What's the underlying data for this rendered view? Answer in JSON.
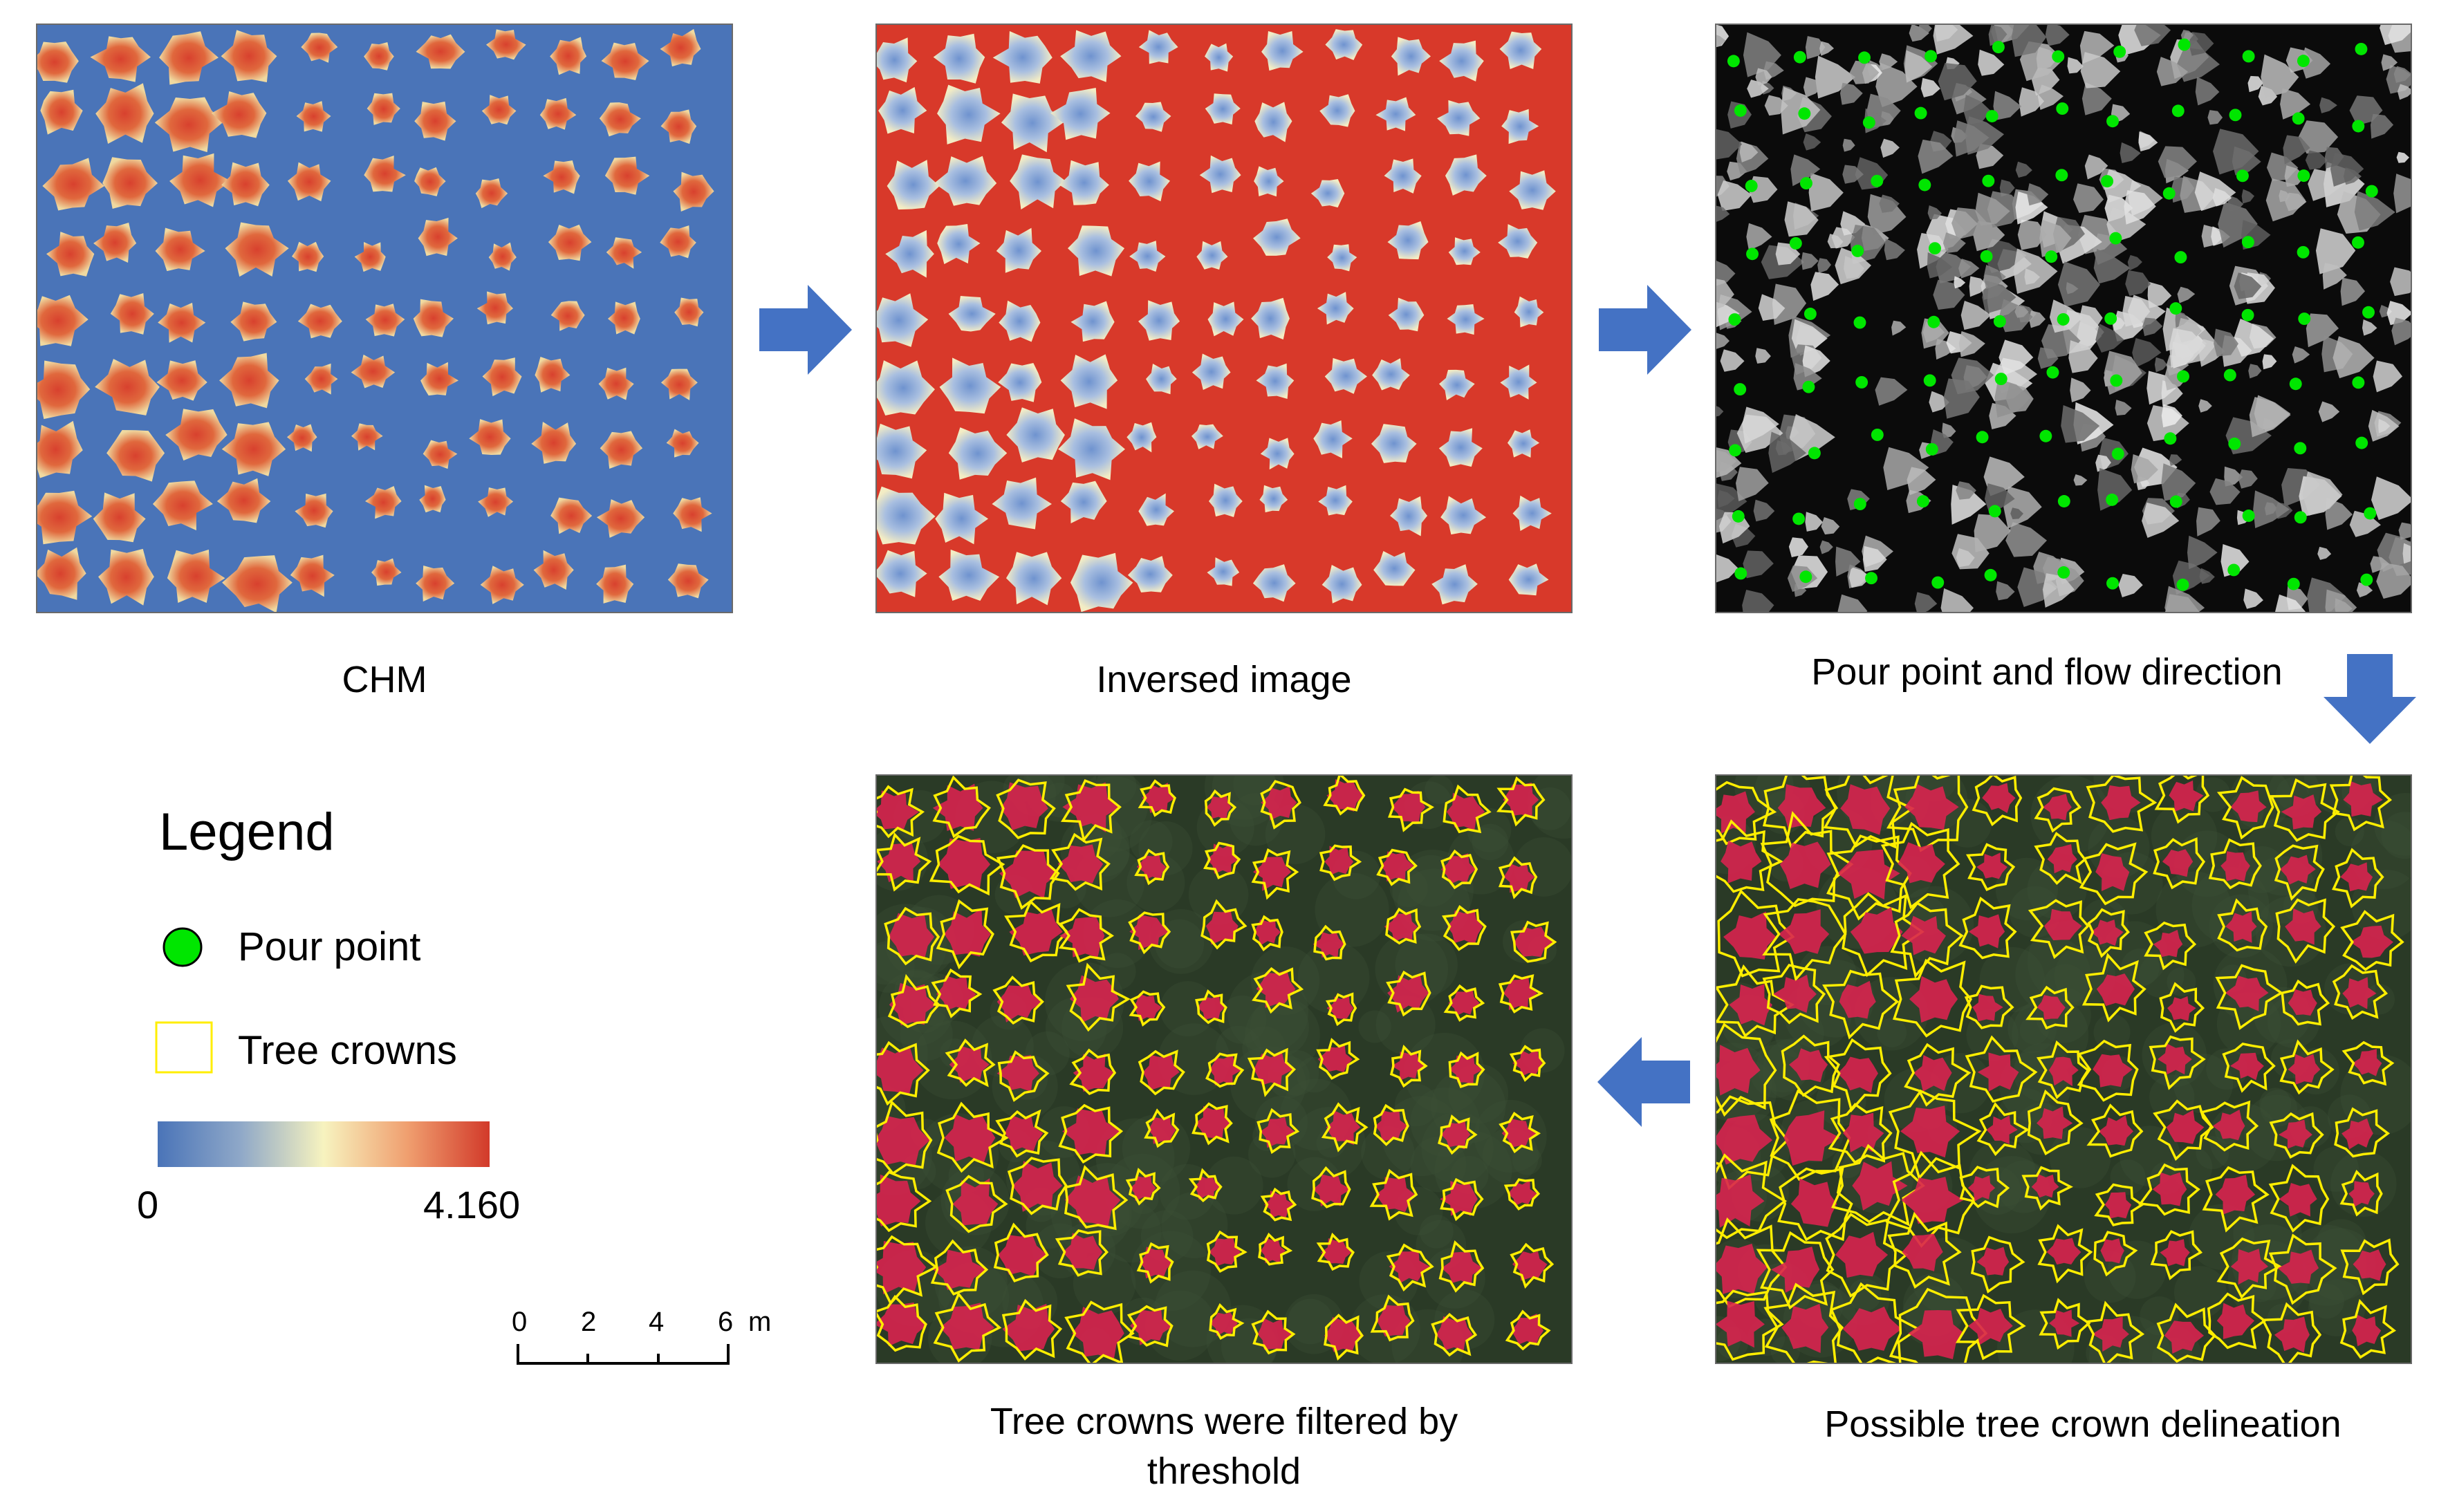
{
  "captions": {
    "chm": "CHM",
    "inversed": "Inversed image",
    "pour": "Pour point and flow direction",
    "possible": "Possible tree crown delineation",
    "filtered_line1": "Tree crowns were filtered by",
    "filtered_line2": "threshold"
  },
  "legend": {
    "title": "Legend",
    "pour_point_label": "Pour point",
    "tree_crowns_label": "Tree crowns",
    "colorbar_min": "0",
    "colorbar_max": "4.160",
    "colorbar_colors": [
      "#4a74b8",
      "#8fa8c8",
      "#f7f3bf",
      "#f0a070",
      "#d23a2a"
    ]
  },
  "scalebar": {
    "ticks": [
      "0",
      "2",
      "4",
      "6"
    ],
    "unit": "m"
  },
  "colors": {
    "arrow": "#4472c4",
    "chm_bg": "#4a74b8",
    "chm_crown": "#d8412e",
    "inv_bg": "#d8392a",
    "inv_crown": "#6f93cf",
    "pour_point": "#00e600",
    "crown_outline": "#ffee00",
    "rgb_bg": "#2a3a26",
    "rgb_crown": "#d8234f"
  }
}
